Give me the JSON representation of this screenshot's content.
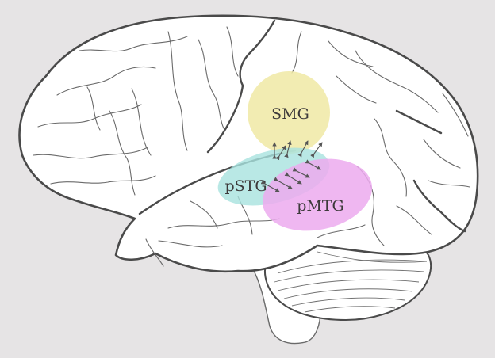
{
  "regions": [
    {
      "key": "smg",
      "label": "SMG",
      "color": "#f0e9a4"
    },
    {
      "key": "pstg",
      "label": "pSTG",
      "color": "#a7e2df"
    },
    {
      "key": "pmtg",
      "label": "pMTG",
      "color": "#ecaaee"
    }
  ]
}
